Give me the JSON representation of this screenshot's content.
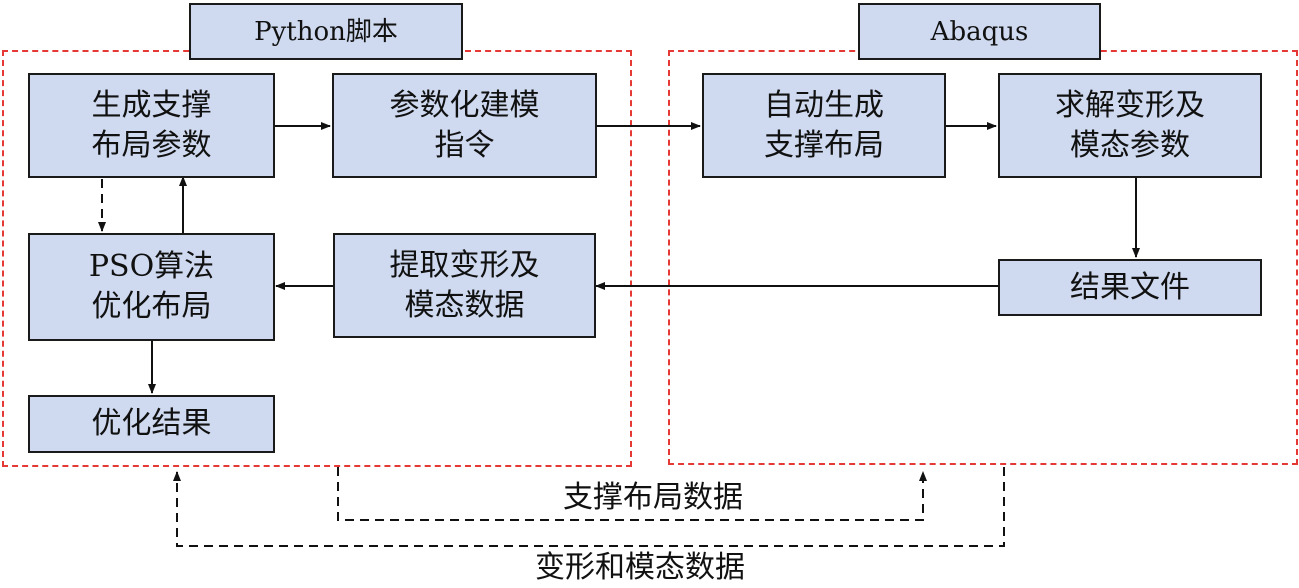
{
  "groups": {
    "python": {
      "title": "Python脚本",
      "border_color": "#e53935"
    },
    "abaqus": {
      "title": "Abaqus",
      "border_color": "#e53935"
    }
  },
  "nodes": {
    "gen_params": "生成支撑\n布局参数",
    "modeling_cmd": "参数化建模\n指令",
    "pso": "PSO算法\n优化布局",
    "extract": "提取变形及\n模态数据",
    "opt_result": "优化结果",
    "auto_gen": "自动生成\n支撑布局",
    "solve": "求解变形及\n模态参数",
    "result_file": "结果文件"
  },
  "flows": {
    "layout_data": "支撑布局数据",
    "deform_modal_data": "变形和模态数据"
  },
  "colors": {
    "node_fill": "#cfdaf0",
    "node_border": "#1a1a1a",
    "group_border": "#e53935",
    "arrow": "#111111"
  }
}
